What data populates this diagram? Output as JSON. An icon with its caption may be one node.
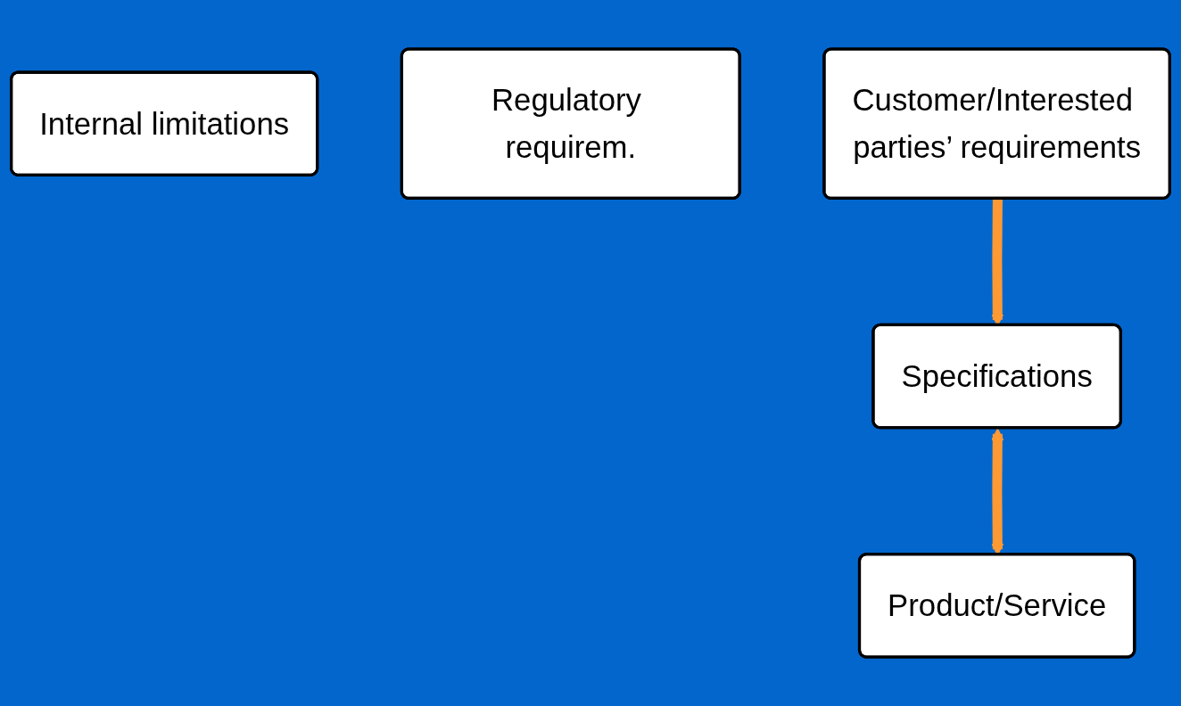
{
  "diagram": {
    "nodes": [
      {
        "text": [
          "Internal limitations"
        ]
      },
      {
        "text": [
          "Regulatory requirem."
        ]
      },
      {
        "text": [
          "Customer/Interested parties’ requirements"
        ]
      },
      {
        "text": [
          "Specifications"
        ]
      },
      {
        "text": [
          "Product/Service"
        ]
      }
    ],
    "edges": [
      {
        "from": 2,
        "to": 3,
        "arrow": "to"
      },
      {
        "from": 3,
        "to": 4,
        "arrow": "both"
      }
    ]
  }
}
